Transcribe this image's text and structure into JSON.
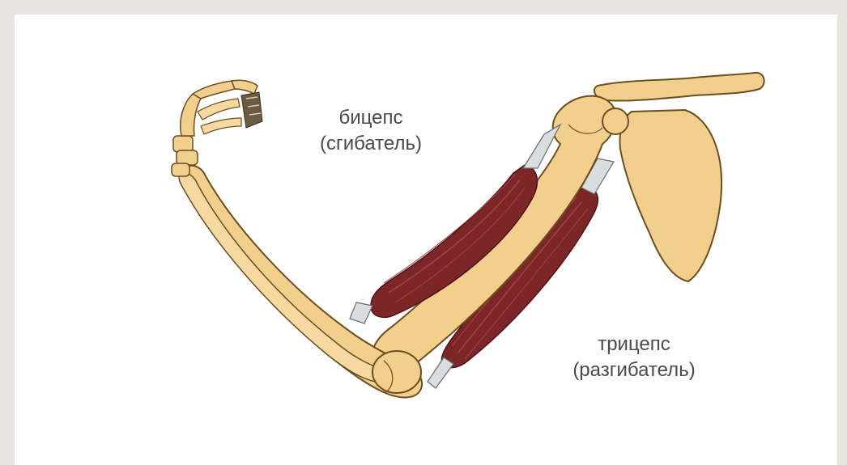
{
  "labels": {
    "biceps": {
      "name": "бицепс",
      "role": "(сгибатель)"
    },
    "triceps": {
      "name": "трицепс",
      "role": "(разгибатель)"
    }
  },
  "colors": {
    "background": "#e6e6df",
    "panel": "#ffffff",
    "bone": "#f2cf8c",
    "bone_outline": "#6b4e1e",
    "muscle": "#7d2628",
    "muscle_highlight": "#a04346",
    "tendon": "#d9dde0",
    "text": "#4a4a4a"
  }
}
